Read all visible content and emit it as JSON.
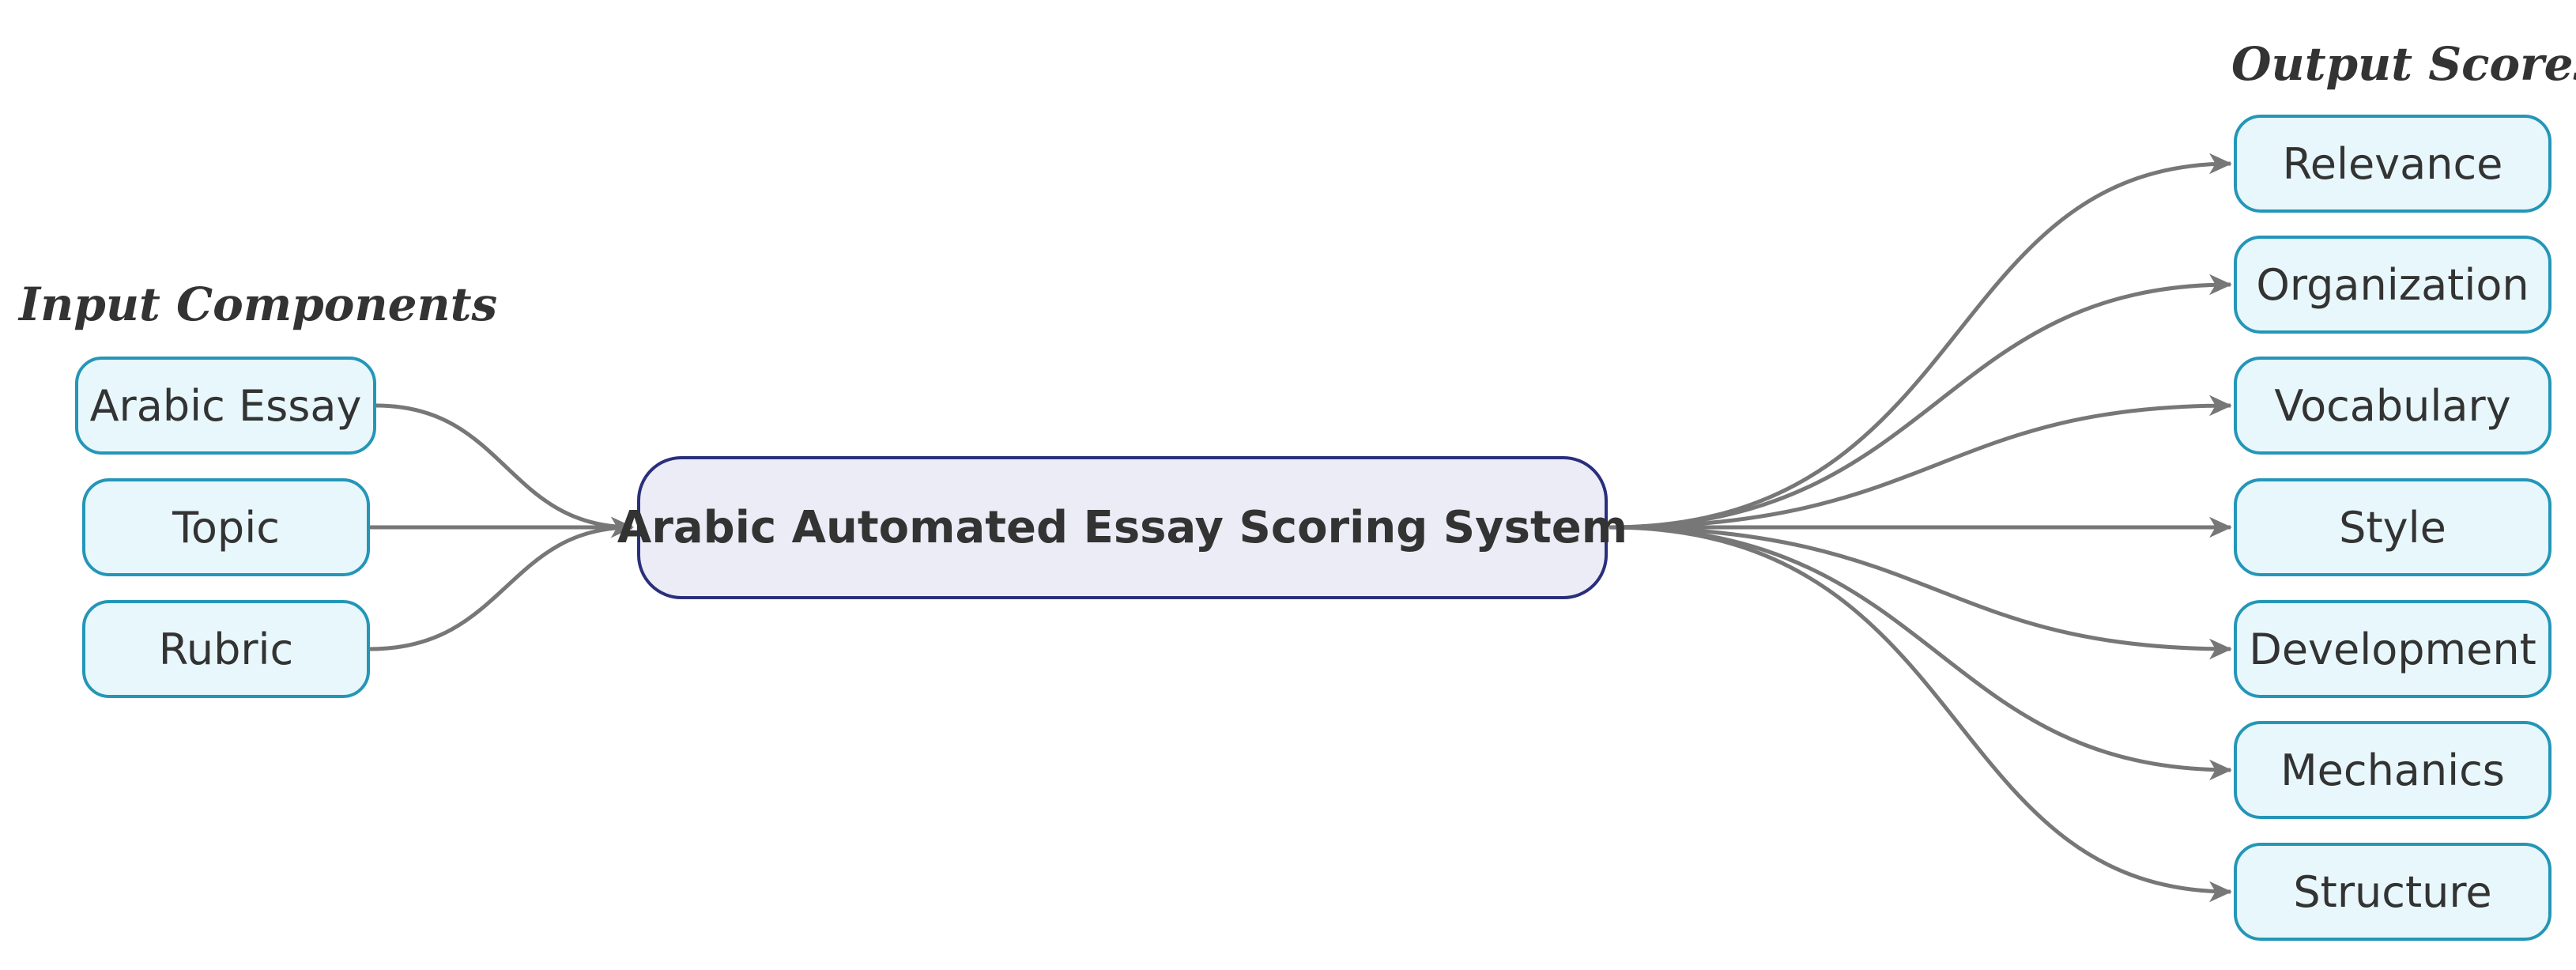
{
  "titles": {
    "inputs": "Input Components",
    "outputs": "Output Scores"
  },
  "central": {
    "label": "Arabic Automated Essay Scoring System"
  },
  "inputs": [
    {
      "label": "Arabic Essay"
    },
    {
      "label": "Topic"
    },
    {
      "label": "Rubric"
    }
  ],
  "outputs": [
    {
      "label": "Relevance"
    },
    {
      "label": "Organization"
    },
    {
      "label": "Vocabulary"
    },
    {
      "label": "Style"
    },
    {
      "label": "Development"
    },
    {
      "label": "Mechanics"
    },
    {
      "label": "Structure"
    }
  ],
  "colors": {
    "node_fill": "#e8f7fb",
    "node_border": "#2496b8",
    "central_fill": "#ececf6",
    "central_border": "#2a2f7c",
    "edge": "#777777",
    "text": "#333333"
  }
}
